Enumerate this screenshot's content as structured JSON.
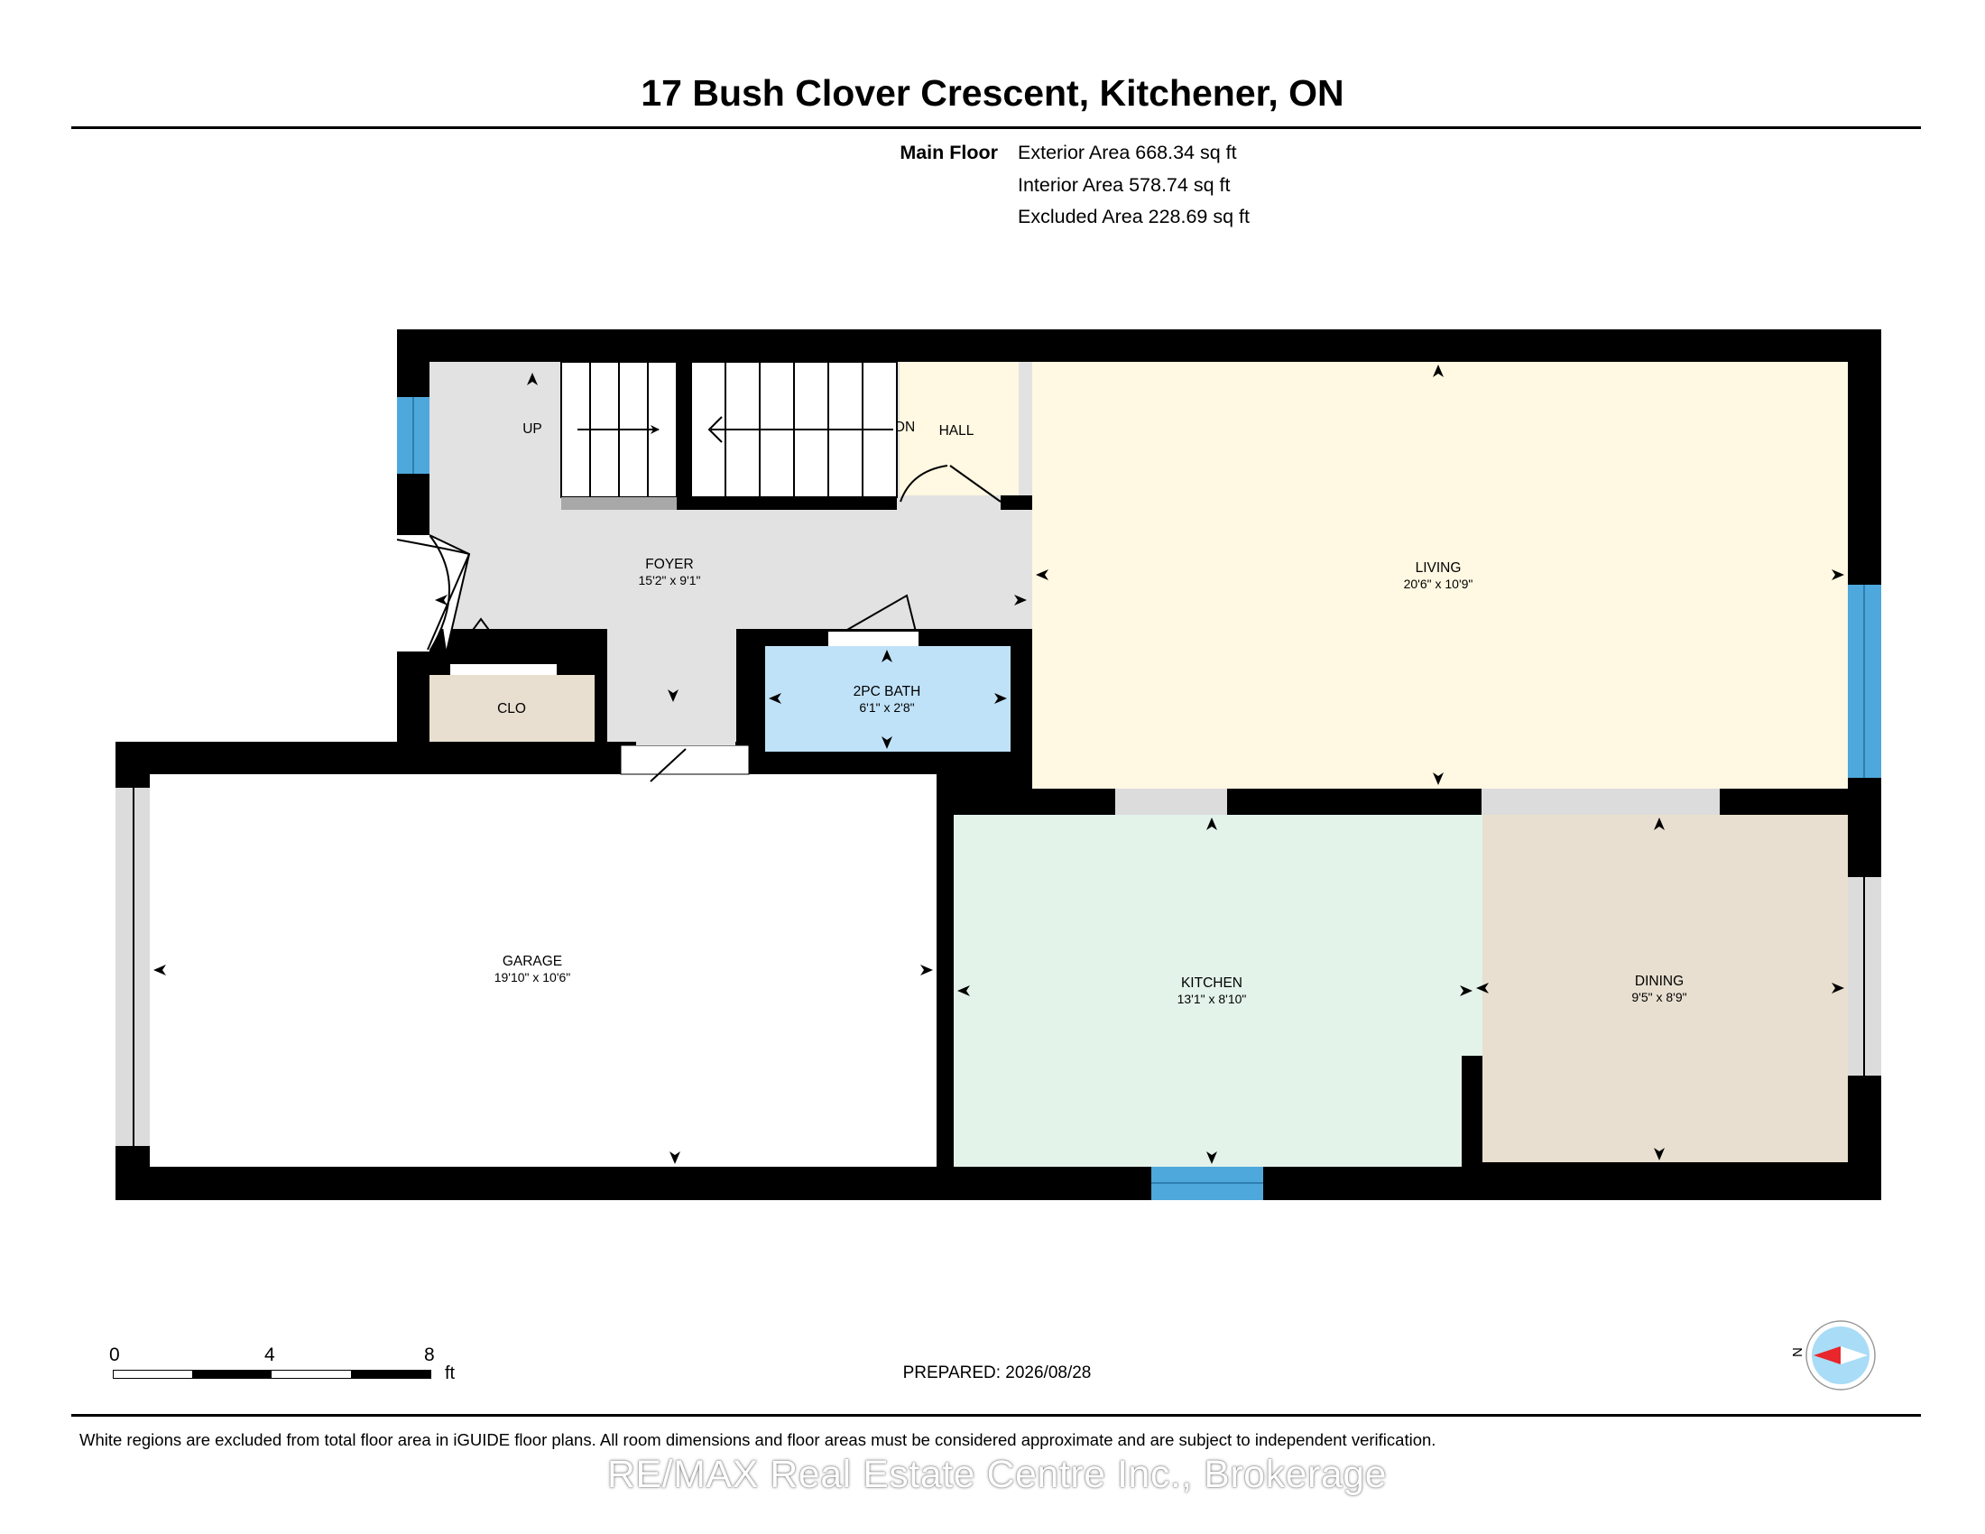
{
  "header": {
    "title": "17 Bush Clover Crescent, Kitchener, ON"
  },
  "areas": {
    "floor_label": "Main Floor",
    "exterior": "Exterior Area 668.34 sq ft",
    "interior": "Interior Area 578.74 sq ft",
    "excluded": "Excluded Area 228.69 sq ft"
  },
  "rooms": {
    "foyer": {
      "name": "FOYER",
      "dims": "15'2\" x 9'1\"",
      "color": "#e2e2e2"
    },
    "hall": {
      "name": "HALL",
      "dims": "",
      "color": "#fff8e2"
    },
    "living": {
      "name": "LIVING",
      "dims": "20'6\" x 10'9\"",
      "color": "#fff8e2"
    },
    "bath": {
      "name": "2PC BATH",
      "dims": "6'1\" x 2'8\"",
      "color": "#bfe2f8"
    },
    "closet": {
      "name": "CLO",
      "dims": "",
      "color": "#e8dfd0"
    },
    "garage": {
      "name": "GARAGE",
      "dims": "19'10\" x 10'6\"",
      "color": "#ffffff"
    },
    "kitchen": {
      "name": "KITCHEN",
      "dims": "13'1\" x 8'10\"",
      "color": "#e3f3ea"
    },
    "dining": {
      "name": "DINING",
      "dims": "9'5\" x 8'9\"",
      "color": "#e8dfd0"
    }
  },
  "stairs": {
    "up_label": "UP",
    "down_label": "DN"
  },
  "colors": {
    "wall": "#000000",
    "window": "#4ea8dc",
    "opening": "#dcdcdc"
  },
  "scale": {
    "labels": [
      "0",
      "4",
      "8"
    ],
    "unit": "ft"
  },
  "footer": {
    "prepared": "PREPARED: 2026/08/28",
    "disclaimer": "White regions are excluded from total floor area in iGUIDE floor plans. All room dimensions and floor areas must be considered approximate and are subject to independent verification.",
    "brokerage": "RE/MAX Real Estate Centre Inc., Brokerage"
  },
  "compass": {
    "label": "N",
    "pointer_color": "#e8262b",
    "dial_color": "#a9dcf6"
  }
}
